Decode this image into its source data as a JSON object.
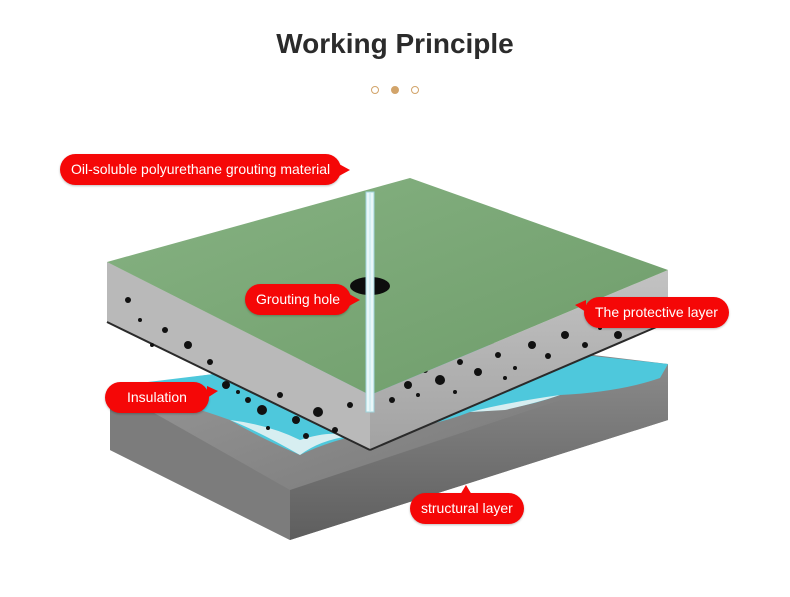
{
  "header": {
    "title": "Working Principle"
  },
  "labels": {
    "material": "Oil-soluble polyurethane grouting material",
    "grouting_hole": "Grouting hole",
    "protective_layer": "The protective layer",
    "insulation": "Insulation",
    "structural_layer": "structural layer"
  },
  "colors": {
    "accent_dots": "#d2a46a",
    "callout": "#f50707",
    "green_top": "#7aa775",
    "concrete": "#b5b5b5",
    "insulation": "#4ec8dc",
    "structural": "#8d8d8d"
  }
}
